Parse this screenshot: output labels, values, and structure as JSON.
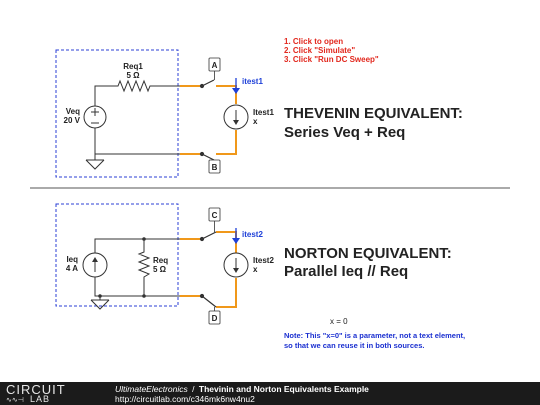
{
  "instructions": [
    "1. Click to open",
    "2. Click \"Simulate\"",
    "3. Click \"Run DC Sweep\""
  ],
  "thevenin": {
    "heading_line1": "THEVENIN EQUIVALENT:",
    "heading_line2": "Series Veq + Req",
    "resistor_name": "Req1",
    "resistor_value": "5 Ω",
    "source_name": "Veq",
    "source_value": "20 V",
    "test_source_name": "Itest1",
    "test_source_value": "x",
    "probe_label": "itest1",
    "node_top": "A",
    "node_bottom": "B"
  },
  "norton": {
    "heading_line1": "NORTON EQUIVALENT:",
    "heading_line2": "Parallel Ieq // Req",
    "source_name": "Ieq",
    "source_value": "4 A",
    "resistor_name": "Req",
    "resistor_value": "5 Ω",
    "test_source_name": "Itest2",
    "test_source_value": "x",
    "probe_label": "itest2",
    "node_top": "C",
    "node_bottom": "D"
  },
  "parameter": "x = 0",
  "note_line1": "Note: This \"x=0\" is a parameter, not a text element,",
  "note_line2": "so that we can reuse it in both sources.",
  "footer": {
    "logo_top": "CIRCUIT",
    "logo_bottom": "LAB",
    "brand": "UltimateElectronics",
    "separator": "/",
    "title": "Thevinin and Norton Equivalents Example",
    "url": "http://circuitlab.com/c346mk6nw4nu2"
  },
  "colors": {
    "wire": "#333333",
    "highlight_wire": "#f0981a",
    "box": "#2b3fd6",
    "probe": "#1e40d8",
    "instructions": "#e2281e",
    "note": "#1a2fd0",
    "footer_bg": "#1b1b1b"
  }
}
